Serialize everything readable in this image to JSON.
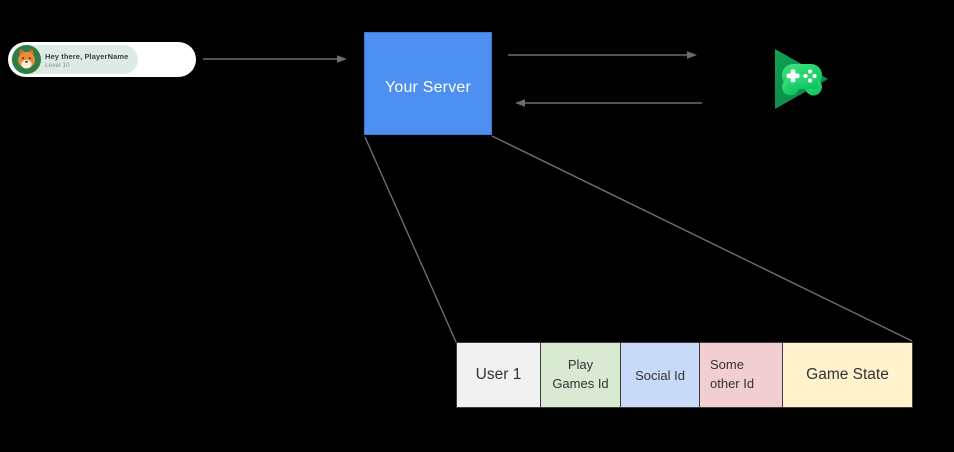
{
  "banner": {
    "title": "Hey there, PlayerName",
    "subtitle": "Level 10",
    "pill_color": "#DCEBE3",
    "avatar_icon": "fox-avatar-icon"
  },
  "server": {
    "label": "Your Server",
    "bg": "#4E90F2"
  },
  "logo": {
    "icon": "play-games-icon",
    "triangle_color": "#0E9D4F",
    "gamepad_color": "#2BD96B"
  },
  "table": {
    "cells": [
      {
        "label": "User 1",
        "bg": "#F1F1F1"
      },
      {
        "label": "Play Games Id",
        "bg": "#D9EAD3"
      },
      {
        "label": "Social Id",
        "bg": "#C9DAF8"
      },
      {
        "label": "Some other Id",
        "bg": "#F2CDD2"
      },
      {
        "label": "Game State",
        "bg": "#FFF2CC"
      }
    ]
  },
  "colors": {
    "background": "#000000",
    "arrow": "#6E6E6E",
    "table_border": "#3C3C3C"
  }
}
